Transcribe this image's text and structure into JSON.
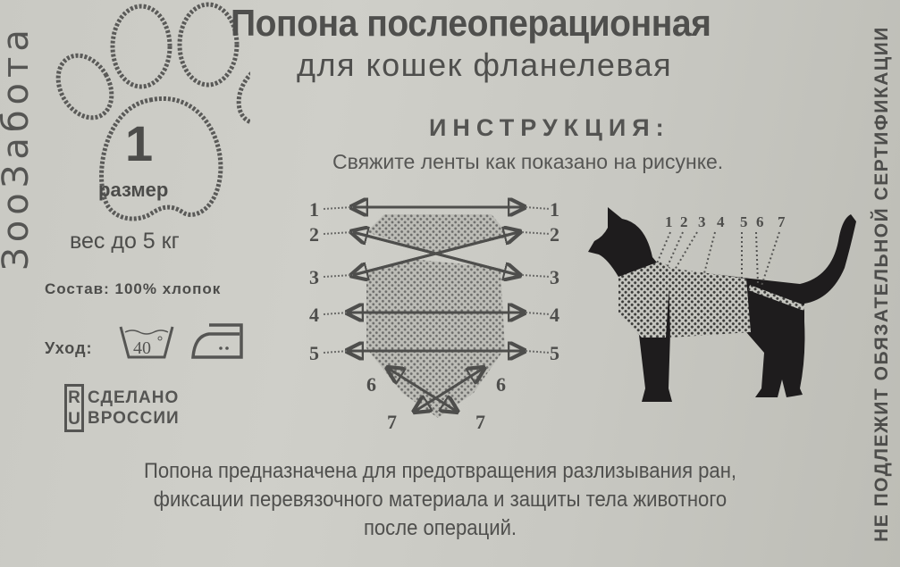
{
  "brand": "ЗооЗабота",
  "product": {
    "title": "Попона послеоперационная",
    "subtitle": "для кошек фланелевая"
  },
  "size_badge": {
    "number": "1",
    "label": "размер",
    "weight": "вес до 5 кг"
  },
  "composition": "Состав: 100% хлопок",
  "care": {
    "label": "Уход:",
    "wash_temp": "40",
    "icons": [
      "wash-40-icon",
      "iron-two-dots-icon"
    ]
  },
  "origin": {
    "box_letters": [
      "R",
      "U"
    ],
    "line1": "СДЕЛАНО",
    "line2": "ВРОССИИ"
  },
  "instruction": {
    "heading": "ИНСТРУКЦИЯ:",
    "text": "Свяжите ленты как показано на рисунке."
  },
  "tie_diagram": {
    "left_labels": [
      "1",
      "2",
      "3",
      "4",
      "5",
      "6",
      "7"
    ],
    "right_labels": [
      "1",
      "2",
      "3",
      "4",
      "5",
      "6",
      "7"
    ]
  },
  "cat_diagram": {
    "labels": [
      "1",
      "2",
      "3",
      "4",
      "5",
      "6",
      "7"
    ]
  },
  "description": [
    "Попона предназначена для предотвращения разлизывания ран,",
    "фиксации перевязочного материала и защиты тела животного",
    "после операций."
  ],
  "certification_note": "НЕ ПОДЛЕЖИТ ОБЯЗАТЕЛЬНОЙ СЕРТИФИКАЦИИ",
  "colors": {
    "background": "#cbcbc5",
    "ink": "#4c4c4a",
    "cat_silhouette": "#1e1c1d"
  }
}
